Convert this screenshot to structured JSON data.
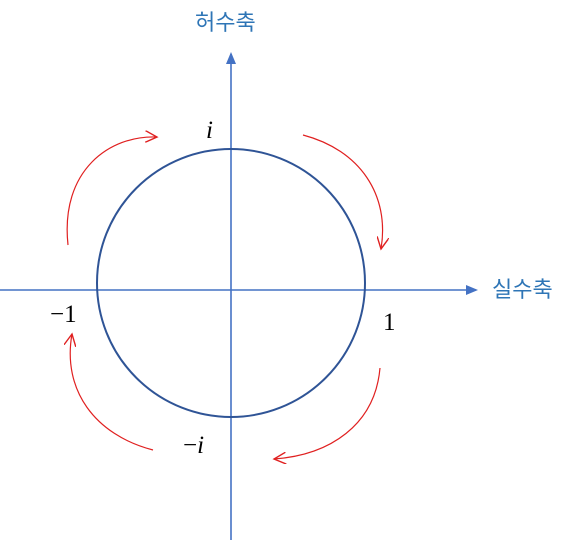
{
  "axes": {
    "imaginary_label": "허수축",
    "real_label": "실수축"
  },
  "points": {
    "plus_i": "i",
    "minus_i": "−i",
    "plus_one": "1",
    "minus_one": "−1"
  },
  "colors": {
    "axis": "#4472c4",
    "axis_label": "#2e75b6",
    "circle": "#2f5496",
    "rotation_arrow": "#e02020"
  }
}
